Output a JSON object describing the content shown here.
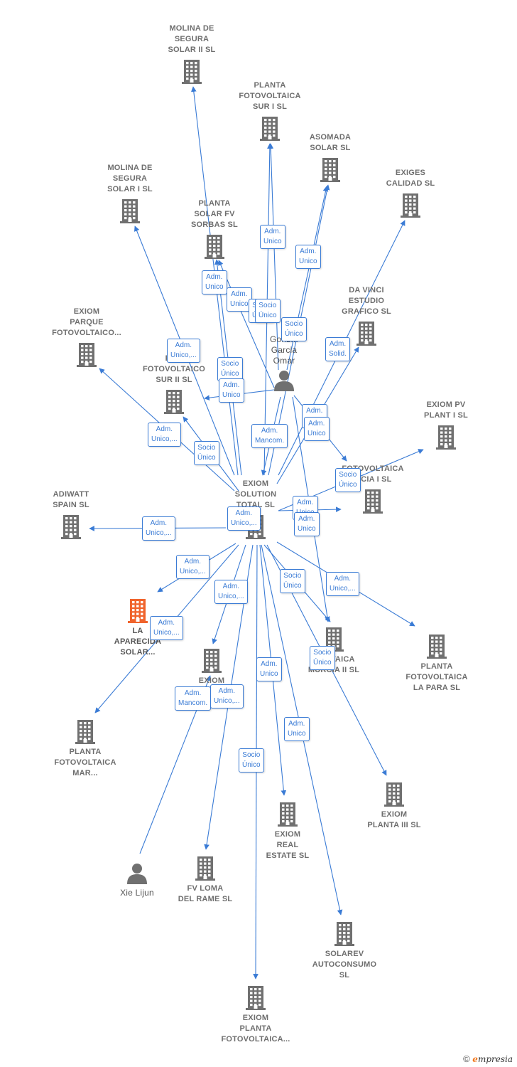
{
  "colors": {
    "building": "#707070",
    "highlight": "#f0642d",
    "edge": "#3a7bd5",
    "person": "#707070"
  },
  "center": "center",
  "nodes": [
    {
      "id": "molina2",
      "type": "company",
      "label": "MOLINA DE\nSEGURA\nSOLAR II  SL"
    },
    {
      "id": "pfsur1",
      "type": "company",
      "label": "PLANTA\nFOTOVOLTAICA\nSUR I  SL"
    },
    {
      "id": "asomada",
      "type": "company",
      "label": "ASOMADA\nSOLAR  SL"
    },
    {
      "id": "exiges",
      "type": "company",
      "label": "EXIGES\nCALIDAD  SL"
    },
    {
      "id": "molina1",
      "type": "company",
      "label": "MOLINA DE\nSEGURA\nSOLAR I  SL"
    },
    {
      "id": "sorbas",
      "type": "company",
      "label": "PLANTA\nSOLAR FV\nSORBAS  SL"
    },
    {
      "id": "davinci",
      "type": "company",
      "label": "DA VINCI\nESTUDIO\nGRAFICO SL"
    },
    {
      "id": "parque",
      "type": "company",
      "label": "EXIOM\nPARQUE\nFOTOVOLTAICO..."
    },
    {
      "id": "gonzalo",
      "type": "person",
      "label": "Gonz...\nGarcia\nOmar"
    },
    {
      "id": "pfsur2",
      "type": "company",
      "label": "PA...\nFOTOVOLTAICO\nSUR II  SL"
    },
    {
      "id": "pvplant1",
      "type": "company",
      "label": "EXIOM PV\nPLANT I  SL"
    },
    {
      "id": "center",
      "type": "company",
      "label": "EXIOM\nSOLUTION\nTOTAL  SL"
    },
    {
      "id": "murcia1",
      "type": "company",
      "label": "FOTOVOLTAICA\n...CIA I  SL"
    },
    {
      "id": "adiwatt",
      "type": "company",
      "label": "ADIWATT\nSPAIN  SL"
    },
    {
      "id": "aparecida",
      "type": "highlight",
      "label": "LA\nAPARECIDA\nSOLAR..."
    },
    {
      "id": "murcia2",
      "type": "company",
      "label": "FO...TAICA\nMURCIA II  SL"
    },
    {
      "id": "lapara",
      "type": "company",
      "label": "PLANTA\nFOTOVOLTAICA\nLA PARA  SL"
    },
    {
      "id": "exiomx",
      "type": "company",
      "label": "EXIOM\n..."
    },
    {
      "id": "pfmar",
      "type": "company",
      "label": "PLANTA\nFOTOVOLTAICA\nMAR..."
    },
    {
      "id": "planta3",
      "type": "company",
      "label": "EXIOM\nPLANTA III  SL"
    },
    {
      "id": "realestate",
      "type": "company",
      "label": "EXIOM\nREAL\nESTATE  SL"
    },
    {
      "id": "xie",
      "type": "person",
      "label": "Xie Lijun"
    },
    {
      "id": "loma",
      "type": "company",
      "label": "FV LOMA\nDEL RAME  SL"
    },
    {
      "id": "solarev",
      "type": "company",
      "label": "SOLAREV\nAUTOCONSUMO\nSL"
    },
    {
      "id": "pfexiom",
      "type": "company",
      "label": "EXIOM\nPLANTA\nFOTOVOLTAICA..."
    }
  ],
  "edges": [
    {
      "from": "center",
      "to": "molina2"
    },
    {
      "from": "center",
      "to": "pfsur1"
    },
    {
      "from": "center",
      "to": "asomada"
    },
    {
      "from": "center",
      "to": "exiges"
    },
    {
      "from": "center",
      "to": "molina1"
    },
    {
      "from": "center",
      "to": "sorbas"
    },
    {
      "from": "center",
      "to": "davinci"
    },
    {
      "from": "center",
      "to": "parque"
    },
    {
      "from": "center",
      "to": "pfsur2"
    },
    {
      "from": "center",
      "to": "pvplant1"
    },
    {
      "from": "center",
      "to": "murcia1"
    },
    {
      "from": "center",
      "to": "adiwatt"
    },
    {
      "from": "center",
      "to": "aparecida"
    },
    {
      "from": "center",
      "to": "murcia2"
    },
    {
      "from": "center",
      "to": "lapara"
    },
    {
      "from": "center",
      "to": "exiomx"
    },
    {
      "from": "center",
      "to": "pfmar"
    },
    {
      "from": "center",
      "to": "planta3"
    },
    {
      "from": "center",
      "to": "realestate"
    },
    {
      "from": "center",
      "to": "loma"
    },
    {
      "from": "center",
      "to": "solarev"
    },
    {
      "from": "center",
      "to": "pfexiom"
    },
    {
      "from": "gonzalo",
      "to": "center"
    },
    {
      "from": "gonzalo",
      "to": "sorbas"
    },
    {
      "from": "gonzalo",
      "to": "pfsur1"
    },
    {
      "from": "gonzalo",
      "to": "asomada"
    },
    {
      "from": "gonzalo",
      "to": "murcia1"
    },
    {
      "from": "gonzalo",
      "to": "murcia2"
    },
    {
      "from": "gonzalo",
      "to": "pfsur2"
    },
    {
      "from": "xie",
      "to": "exiomx"
    }
  ],
  "badges": [
    {
      "id": "b1",
      "label": "Adm.\nUnico"
    },
    {
      "id": "b2",
      "label": "Adm.\nUnico"
    },
    {
      "id": "b3",
      "label": "Adm.\nUnico"
    },
    {
      "id": "b4",
      "label": "Adm.\nUnico"
    },
    {
      "id": "b5",
      "label": "Socio\nÚnico"
    },
    {
      "id": "b6",
      "label": "Socio\nÚnico"
    },
    {
      "id": "b7",
      "label": "Adm.\nSolid."
    },
    {
      "id": "b8",
      "label": "Adm.\nUnico,..."
    },
    {
      "id": "b9",
      "label": "Socio\nÚnico"
    },
    {
      "id": "b10",
      "label": "Adm.\nUnico"
    },
    {
      "id": "b11",
      "label": "Adm.\nUnico"
    },
    {
      "id": "b12",
      "label": "Adm.\nUnico,..."
    },
    {
      "id": "b13",
      "label": "Socio\nÚnico"
    },
    {
      "id": "b14",
      "label": "Adm.\nMancom."
    },
    {
      "id": "b15",
      "label": "Socio\nÚnico"
    },
    {
      "id": "b16",
      "label": "Adm.\nUnico"
    },
    {
      "id": "b17",
      "label": "Adm.\nUnico,..."
    },
    {
      "id": "b18",
      "label": "Adm.\nUnico,..."
    },
    {
      "id": "b19",
      "label": "Adm.\nUnico,..."
    },
    {
      "id": "b20",
      "label": "Adm.\nUnico,..."
    },
    {
      "id": "b21",
      "label": "Socio\nÚnico"
    },
    {
      "id": "b22",
      "label": "Adm.\nUnico,..."
    },
    {
      "id": "b23",
      "label": "Adm.\nUnico,..."
    },
    {
      "id": "b24",
      "label": "Socio\nÚnico"
    },
    {
      "id": "b25",
      "label": "Adm.\nUnico"
    },
    {
      "id": "b26",
      "label": "Adm.\nMancom."
    },
    {
      "id": "b27",
      "label": "Adm.\nUnico,..."
    },
    {
      "id": "b28",
      "label": "Adm.\nUnico"
    },
    {
      "id": "b29",
      "label": "Socio\nÚnico"
    },
    {
      "id": "b30",
      "label": "Adm.\nUnico"
    },
    {
      "id": "b31",
      "label": "Adm.\nUnico"
    },
    {
      "id": "b32",
      "label": "Socio\nÚnico"
    }
  ],
  "footer": {
    "copyright": "©",
    "brand_e": "e",
    "brand_rest": "mpresia"
  }
}
